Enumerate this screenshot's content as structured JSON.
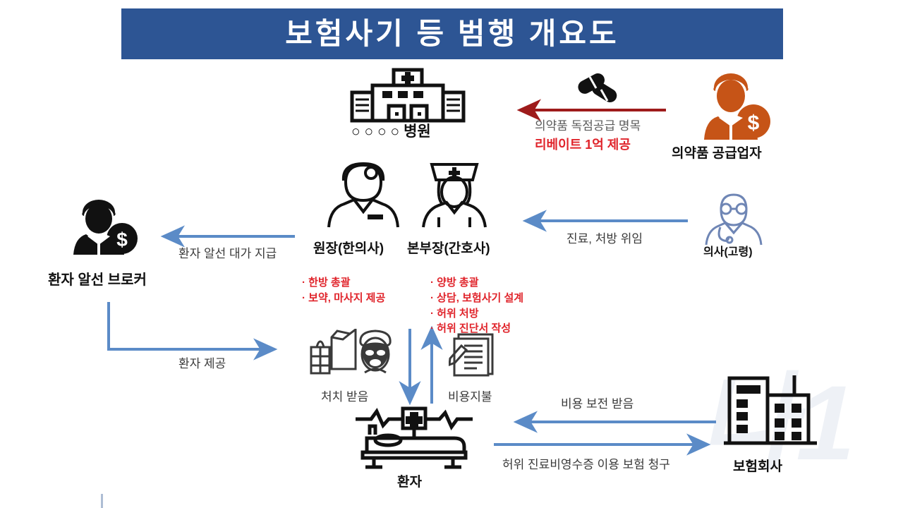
{
  "banner": {
    "title": "보험사기 등 범행 개요도",
    "bg_color": "#2d5594",
    "text_color": "#ffffff"
  },
  "colors": {
    "blue_arrow": "#5b8bc7",
    "red_arrow": "#9e1b1b",
    "red_text": "#e0242b",
    "orange_icon": "#c65417",
    "blue_icon": "#6f86b5",
    "black_icon": "#111111"
  },
  "nodes": {
    "hospital": {
      "label": "○ ○ ○ ○ 병원",
      "icon": "hospital-building-icon"
    },
    "pharma_supplier": {
      "label": "의약품 공급업자",
      "icon": "businessman-with-coin-icon"
    },
    "pills": {
      "label": "",
      "icon": "pill-capsules-icon"
    },
    "director": {
      "label": "원장(한의사)",
      "icon": "doctor-male-icon"
    },
    "head_nurse": {
      "label": "본부장(간호사)",
      "icon": "nurse-female-icon"
    },
    "elderly_doctor": {
      "label": "의사(고령)",
      "icon": "elderly-doctor-icon"
    },
    "broker": {
      "label": "환자 알선 브로커",
      "icon": "broker-with-coin-icon"
    },
    "patient": {
      "label": "환자",
      "icon": "patient-in-bed-icon"
    },
    "insurance_co": {
      "label": "보험회사",
      "icon": "office-buildings-icon"
    },
    "treatment": {
      "label": "처치 받음",
      "icon": "medicine-and-facemask-icon"
    },
    "payment": {
      "label": "비용지불",
      "icon": "document-with-pen-icon"
    }
  },
  "bullet_lists": {
    "director": [
      "· 한방 총괄",
      "· 보약, 마사지 제공"
    ],
    "head_nurse": [
      "· 양방 총괄",
      "· 상담, 보험사기 설계",
      "· 허위 처방",
      "· 허위 진단서 작성"
    ]
  },
  "flows": {
    "rebate_line1": "의약품 독점공급 명목",
    "rebate_line2": "리베이트 1억 제공",
    "delegate": "진료, 처방 위임",
    "broker_fee": "환자 알선 대가 지급",
    "patient_supply": "환자 제공",
    "cost_reimbursed": "비용 보전 받음",
    "false_claim": "허위 진료비영수증 이용 보험 청구"
  }
}
